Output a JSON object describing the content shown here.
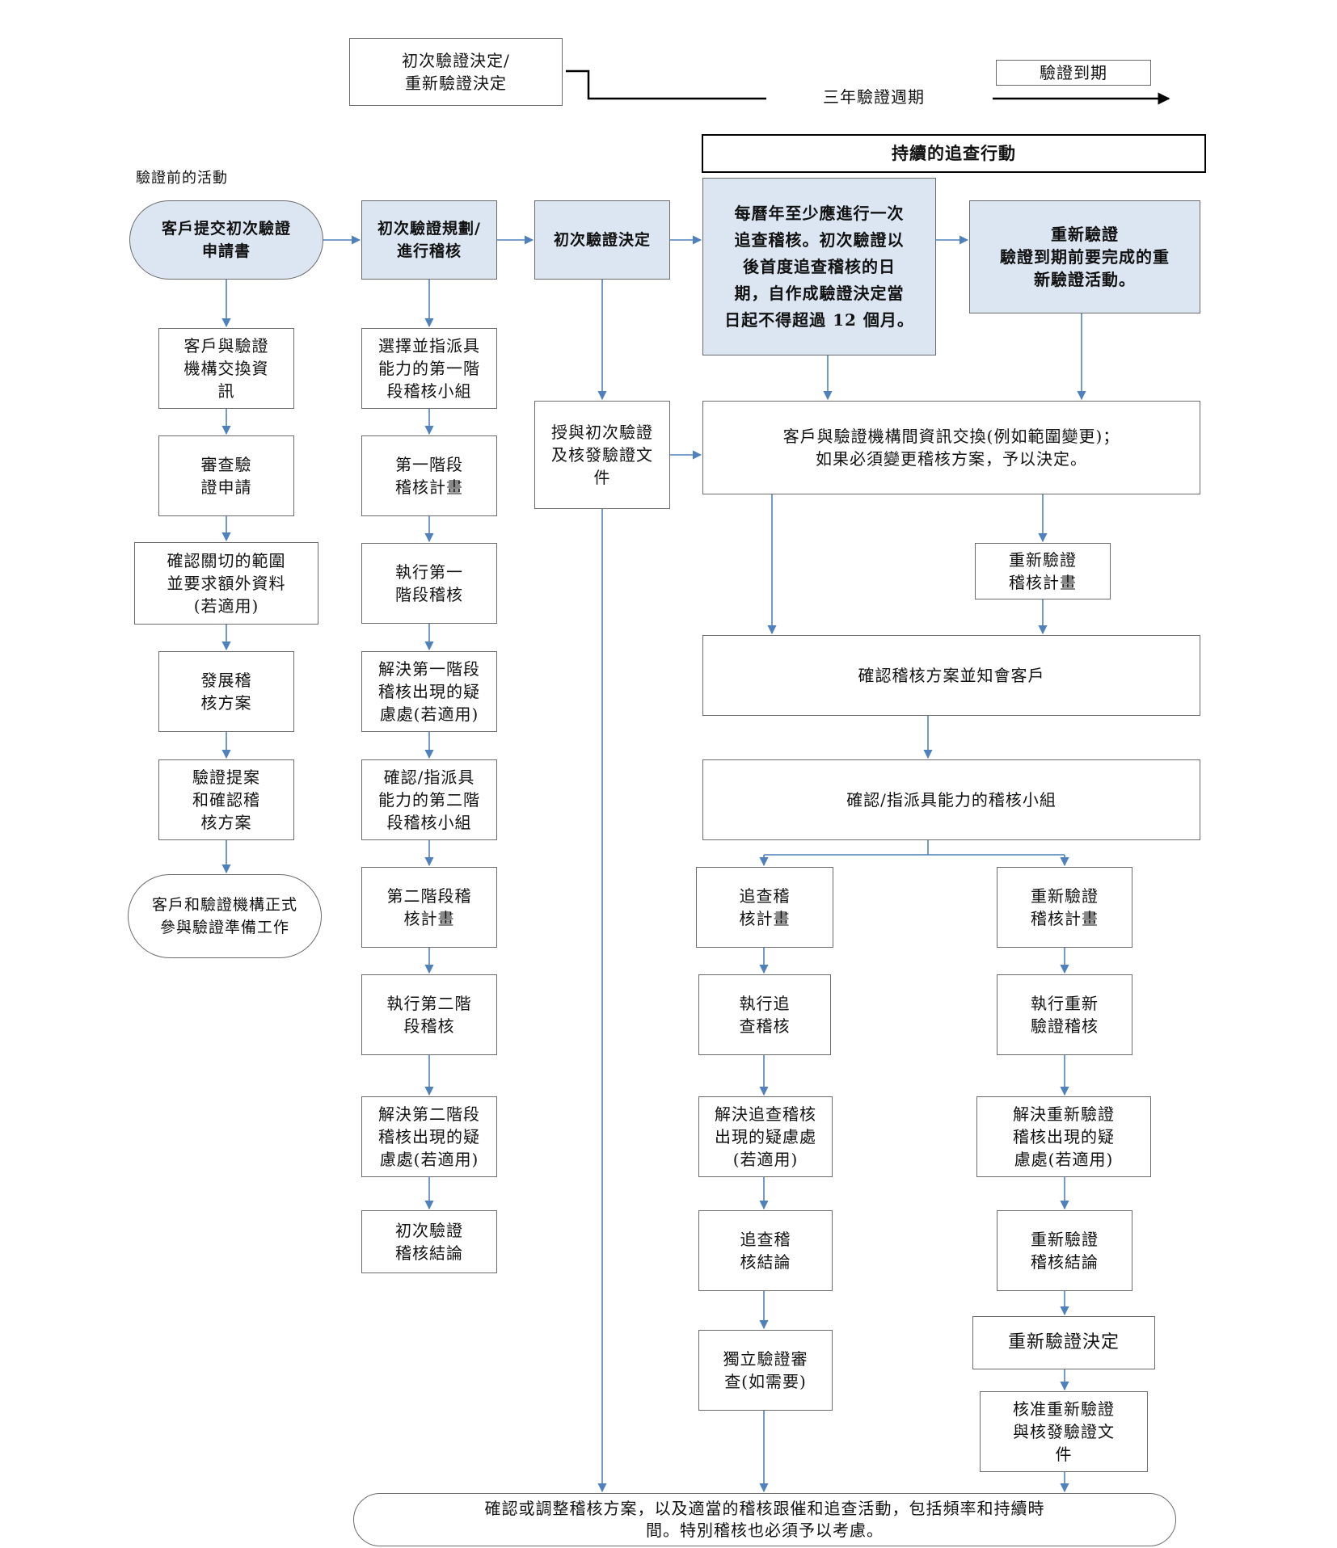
{
  "timeline": {
    "decision": "初次驗證決定/\n重新驗證決定",
    "cycle": "三年驗證週期",
    "expiry": "驗證到期"
  },
  "headers": {
    "pre_activities": "驗證前的活動",
    "surveillance": "持續的追查行動"
  },
  "col1": {
    "start": "客戶提交初次驗證\n申請書",
    "s1": "客戶與驗證\n機構交換資\n訊",
    "s2": "審查驗\n證申請",
    "s3": "確認關切的範圍\n並要求額外資料\n(若適用)",
    "s4": "發展稽\n核方案",
    "s5": "驗證提案\n和確認稽\n核方案",
    "end": "客戶和驗證機構正式\n參與驗證準備工作"
  },
  "col2": {
    "head": "初次驗證規劃/\n進行稽核",
    "s1": "選擇並指派具\n能力的第一階\n段稽核小組",
    "s2": "第一階段\n稽核計畫",
    "s3": "執行第一\n階段稽核",
    "s4": "解決第一階段\n稽核出現的疑\n慮處(若適用)",
    "s5": "確認/指派具\n能力的第二階\n段稽核小組",
    "s6": "第二階段稽\n核計畫",
    "s7": "執行第二階\n段稽核",
    "s8": "解決第二階段\n稽核出現的疑\n慮處(若適用)",
    "s9": "初次驗證\n稽核結論"
  },
  "col3": {
    "head": "初次驗證決定",
    "s1": "授與初次驗證\n及核發驗證文\n件"
  },
  "col4": {
    "head": "每曆年至少應進行一次\n追查稽核。初次驗證以\n後首度追查稽核的日\n期，自作成驗證決定當\n日起不得超過 12 個月。",
    "s1": "追查稽\n核計畫",
    "s2": "執行追\n查稽核",
    "s3": "解決追查稽核\n出現的疑慮處\n(若適用)",
    "s4": "追查稽\n核結論",
    "s5": "獨立驗證審\n查(如需要)"
  },
  "col5": {
    "head": "重新驗證\n驗證到期前要完成的重\n新驗證活動。",
    "s1": "重新驗證\n稽核計畫",
    "s2": "重新驗證\n稽核計畫",
    "s3": "執行重新\n驗證稽核",
    "s4": "解決重新驗證\n稽核出現的疑\n慮處(若適用)",
    "s5": "重新驗證\n稽核結論",
    "s6": "重新驗證決定",
    "s7": "核准重新驗證\n與核發驗證文\n件"
  },
  "wide": {
    "w1": "客戶與驗證機構間資訊交換(例如範圍變更)；\n如果必須變更稽核方案，予以決定。",
    "w2": "確認稽核方案並知會客戶",
    "w3": "確認/指派具能力的稽核小組"
  },
  "final": "確認或調整稽核方案，以及適當的稽核跟催和追查活動，包括頻率和持續時\n間。特別稽核也必須予以考慮。",
  "colors": {
    "arrow": "#4f81bd",
    "fill": "#dce6f2",
    "border": "#6b6b6b"
  }
}
